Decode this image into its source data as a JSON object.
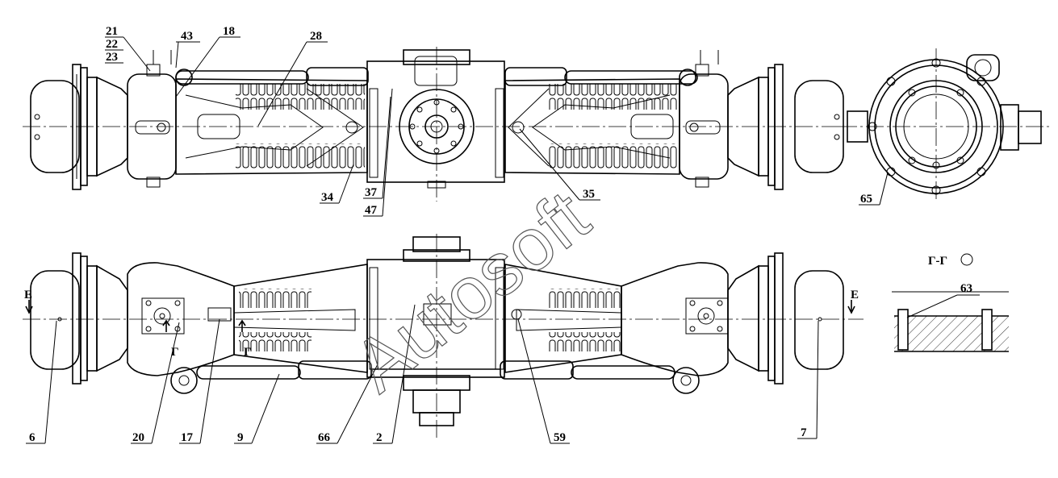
{
  "watermark": "Autosoft",
  "callouts": {
    "n21": "21",
    "n22": "22",
    "n23": "23",
    "n43": "43",
    "n18": "18",
    "n28": "28",
    "n34": "34",
    "n37": "37",
    "n47": "47",
    "n35": "35",
    "n65": "65",
    "n6": "6",
    "n20": "20",
    "n17": "17",
    "n9": "9",
    "n66": "66",
    "n2": "2",
    "n59": "59",
    "n7": "7",
    "n63": "63"
  },
  "section_marks": {
    "e_left": "E",
    "e_right": "E",
    "g_upper": "Г",
    "g_lower": "Г",
    "section_title": "Г-Г"
  }
}
